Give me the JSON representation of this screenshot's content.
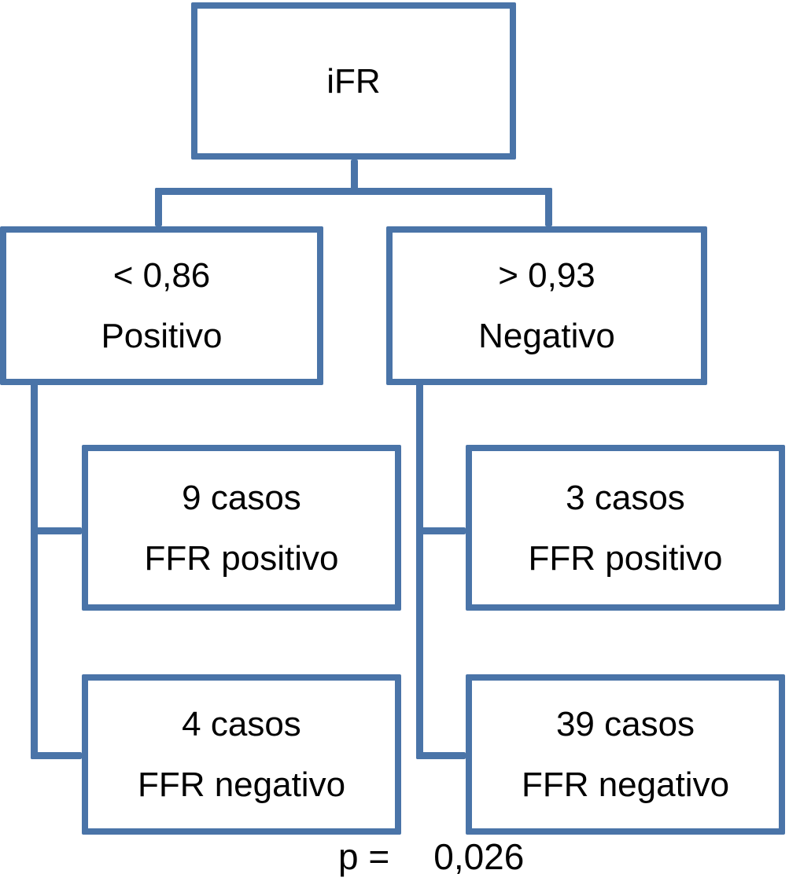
{
  "diagram": {
    "title_node": {
      "label": "iFR"
    },
    "branches": [
      {
        "threshold": "< 0,86",
        "classification": "Positivo",
        "children": [
          {
            "count_label": "9 casos",
            "result_label": "FFR positivo"
          },
          {
            "count_label": "4 casos",
            "result_label": "FFR negativo"
          }
        ]
      },
      {
        "threshold": "> 0,93",
        "classification": "Negativo",
        "children": [
          {
            "count_label": "3 casos",
            "result_label": "FFR positivo"
          },
          {
            "count_label": "39 casos",
            "result_label": "FFR negativo"
          }
        ]
      }
    ],
    "p_stat": {
      "label": "p =",
      "value": "0,026"
    },
    "colors": {
      "box_border": "#4a74a8",
      "box_fill": "#ffffff",
      "text": "#000000"
    }
  }
}
